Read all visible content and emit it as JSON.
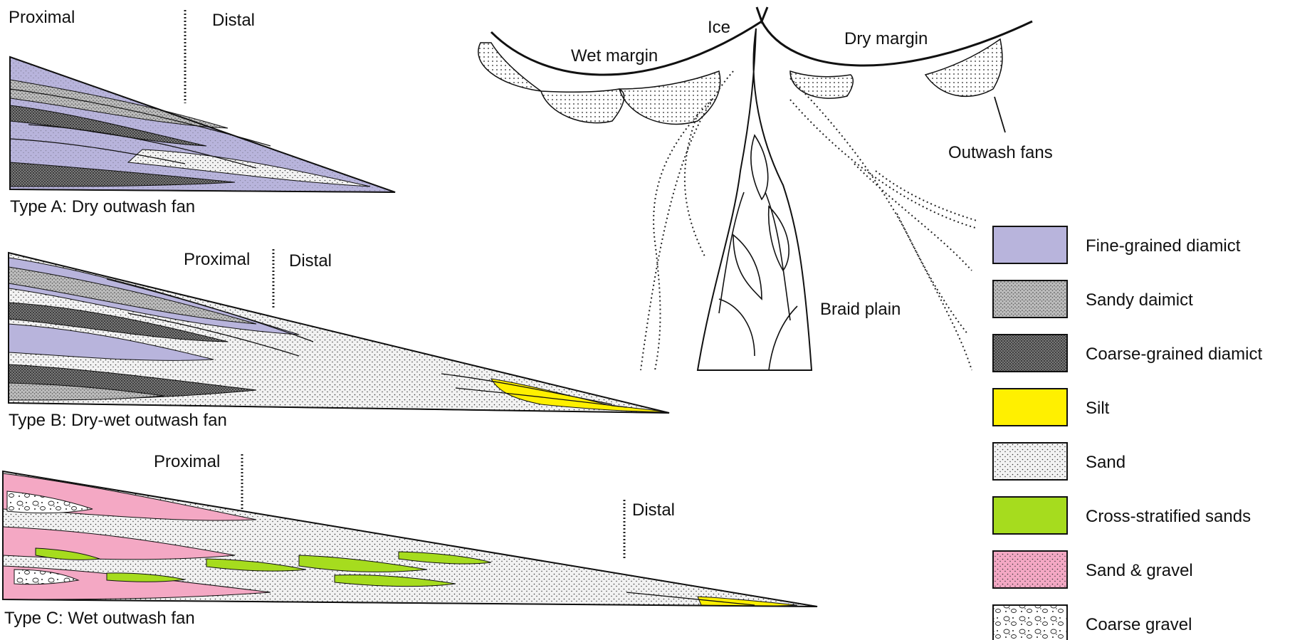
{
  "labels": {
    "proximal": "Proximal",
    "distal": "Distal",
    "ice": "Ice",
    "wet_margin": "Wet margin",
    "dry_margin": "Dry margin",
    "outwash_fans": "Outwash fans",
    "braid_plain": "Braid plain"
  },
  "sections": {
    "a": "Type A: Dry outwash fan",
    "b": "Type B: Dry-wet outwash fan",
    "c": "Type C: Wet outwash fan"
  },
  "legend": [
    {
      "label": "Fine-grained diamict",
      "pattern": "fine",
      "color": "#b8b4dc"
    },
    {
      "label": "Sandy daimict",
      "pattern": "sandy",
      "color": "#c9c9c9"
    },
    {
      "label": "Coarse-grained diamict",
      "pattern": "coarse",
      "color": "#8a8a8a"
    },
    {
      "label": "Silt",
      "pattern": "silt",
      "color": "#fff000"
    },
    {
      "label": "Sand",
      "pattern": "sand",
      "color": "#f2f2f2"
    },
    {
      "label": "Cross-stratified sands",
      "pattern": "cross",
      "color": "#a6dc1e"
    },
    {
      "label": "Sand & gravel",
      "pattern": "sandgravel",
      "color": "#f4a8c4"
    },
    {
      "label": "Coarse gravel",
      "pattern": "gravel",
      "color": "#ffffff"
    }
  ]
}
